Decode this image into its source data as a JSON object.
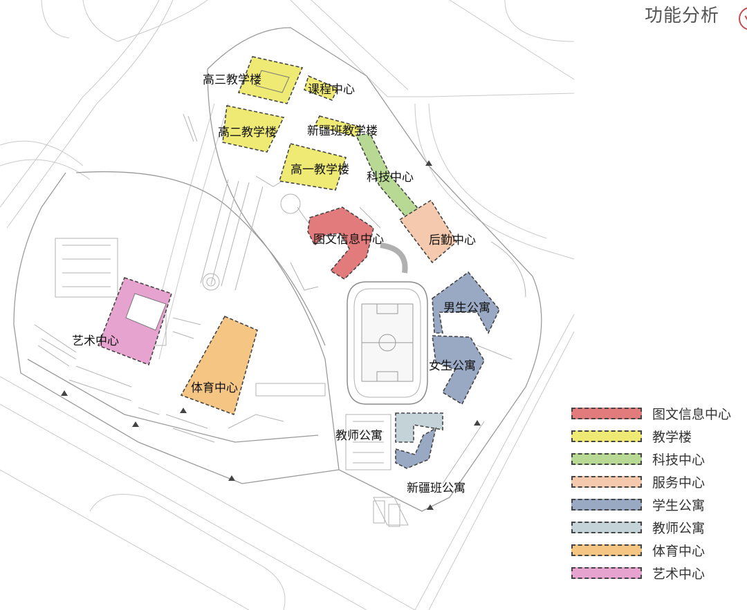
{
  "title": "功能分析",
  "colors": {
    "library": "#e27b7b",
    "teaching": "#eeea74",
    "tech": "#b7d993",
    "service": "#f5c9ad",
    "dorm": "#99a8c3",
    "teacher_dorm": "#c3d3d7",
    "sports": "#f5c583",
    "art": "#e7a3cf"
  },
  "labels": {
    "senior3": "高三教学楼",
    "course": "课程中心",
    "senior2": "高二教学楼",
    "xinjiang_class": "新疆班教学楼",
    "senior1": "高一教学楼",
    "tech_center": "科技中心",
    "library": "图文信息中心",
    "logistics": "后勤中心",
    "boys_dorm": "男生公寓",
    "girls_dorm": "女生公寓",
    "art_center": "艺术中心",
    "sports_center": "体育中心",
    "teacher_dorm": "教师公寓",
    "xinjiang_dorm": "新疆班公寓"
  },
  "legend": [
    {
      "label": "图文信息中心",
      "color": "#e27b7b"
    },
    {
      "label": "教学楼",
      "color": "#eeea74"
    },
    {
      "label": "科技中心",
      "color": "#b7d993"
    },
    {
      "label": "服务中心",
      "color": "#f5c9ad"
    },
    {
      "label": "学生公寓",
      "color": "#99a8c3"
    },
    {
      "label": "教师公寓",
      "color": "#c3d3d7"
    },
    {
      "label": "体育中心",
      "color": "#f5c583"
    },
    {
      "label": "艺术中心",
      "color": "#e7a3cf"
    }
  ]
}
